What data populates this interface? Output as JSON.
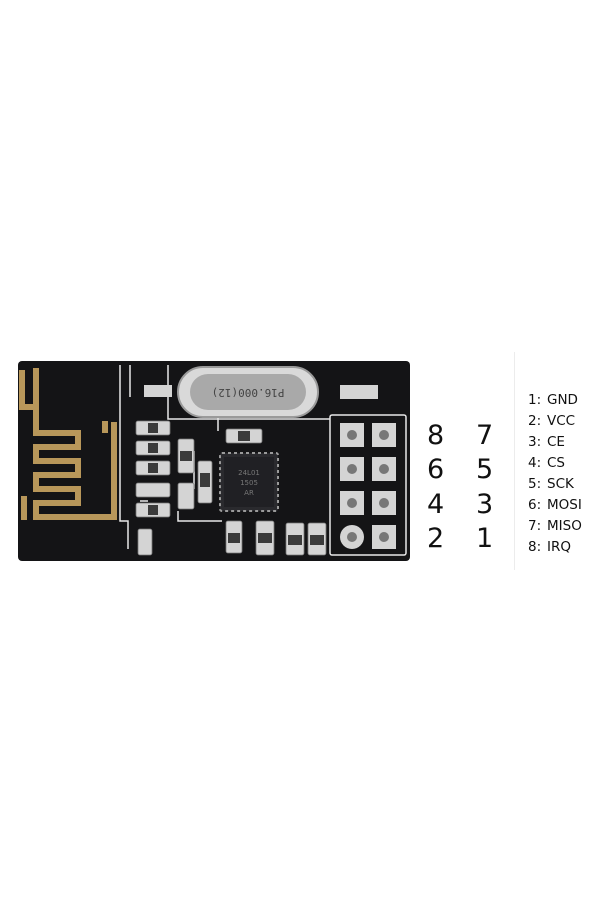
{
  "crystal_marking": "P16.000(12)",
  "chip_marking": [
    "24L01",
    "1505",
    "AR"
  ],
  "pin_grid": [
    {
      "left": "8",
      "right": "7"
    },
    {
      "left": "6",
      "right": "5"
    },
    {
      "left": "4",
      "right": "3"
    },
    {
      "left": "2",
      "right": "1"
    }
  ],
  "pinout": [
    {
      "number": "1:",
      "name": "GND"
    },
    {
      "number": "2:",
      "name": "VCC"
    },
    {
      "number": "3:",
      "name": "CE"
    },
    {
      "number": "4:",
      "name": "CS"
    },
    {
      "number": "5:",
      "name": "SCK"
    },
    {
      "number": "6:",
      "name": "MOSI"
    },
    {
      "number": "7:",
      "name": "MISO"
    },
    {
      "number": "8:",
      "name": "IRQ"
    }
  ],
  "colors": {
    "pcb": "#141416",
    "copper": "#b8975a",
    "silkscreen": "#e8e8e8",
    "pad": "#d4d4d4"
  }
}
